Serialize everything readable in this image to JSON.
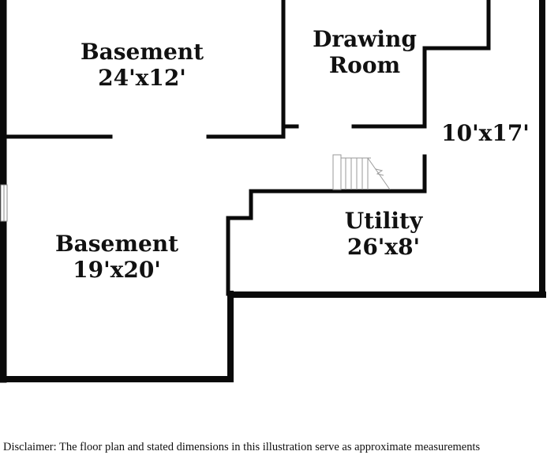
{
  "rooms": {
    "basement_top": {
      "name": "Basement",
      "dims": "24'x12'"
    },
    "drawing_room": {
      "name_line1": "Drawing",
      "name_line2": "Room"
    },
    "drawing_room_dims": "10'x17'",
    "utility": {
      "name": "Utility",
      "dims": "26'x8'"
    },
    "basement_bottom": {
      "name": "Basement",
      "dims": "19'x20'"
    }
  },
  "disclaimer": "Disclaimer: The floor plan and stated dimensions in this illustration serve as approximate measurements",
  "colors": {
    "wall": "#0a0a0a",
    "text": "#111111",
    "background": "#ffffff"
  }
}
